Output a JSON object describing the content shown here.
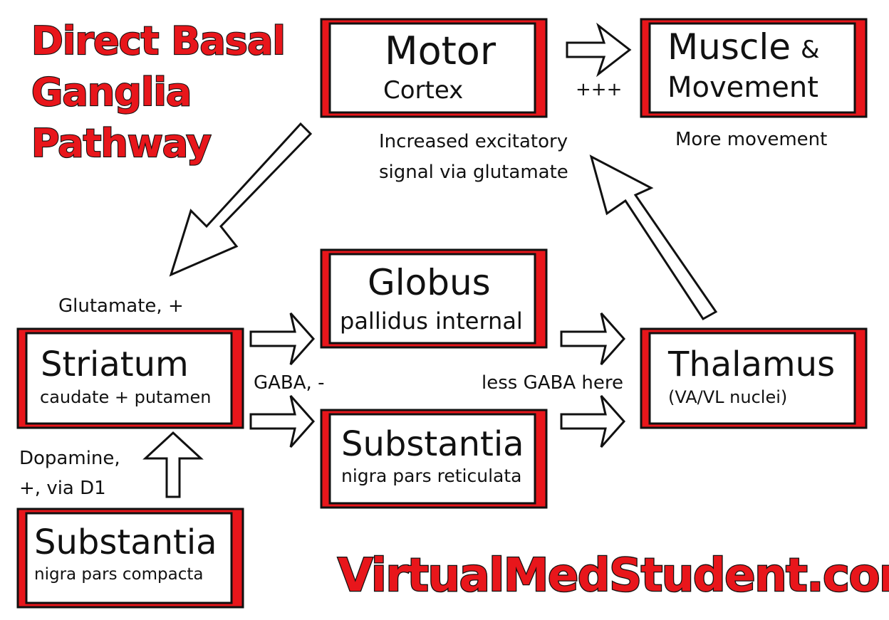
{
  "title": {
    "line1": "Direct Basal",
    "line2": "Ganglia",
    "line3": "Pathway"
  },
  "boxes": {
    "motor_cortex": {
      "main": "Motor",
      "sub": "Cortex"
    },
    "muscle_movement": {
      "main": "Muscle",
      "amp": "&",
      "sub": "Movement"
    },
    "globus_pallidus": {
      "main": "Globus",
      "sub": "pallidus internal"
    },
    "striatum": {
      "main": "Striatum",
      "sub": "caudate + putamen"
    },
    "substantia_reticulata": {
      "main": "Substantia",
      "sub": "nigra pars reticulata"
    },
    "thalamus": {
      "main": "Thalamus",
      "sub": "(VA/VL nuclei)"
    },
    "substantia_compacta": {
      "main": "Substantia",
      "sub": "nigra pars compacta"
    }
  },
  "labels": {
    "plus_plus_plus": "+++",
    "more_movement": "More movement",
    "excitatory_line1": "Increased excitatory",
    "excitatory_line2": "signal via glutamate",
    "glutamate": "Glutamate, +",
    "gaba": "GABA, -",
    "less_gaba": "less GABA here",
    "dopamine_line1": "Dopamine,",
    "dopamine_line2": "+, via D1"
  },
  "brand": "VirtualMedStudent.com",
  "colors": {
    "accent": "#e8161b",
    "stroke": "#111111",
    "background": "#ffffff"
  }
}
